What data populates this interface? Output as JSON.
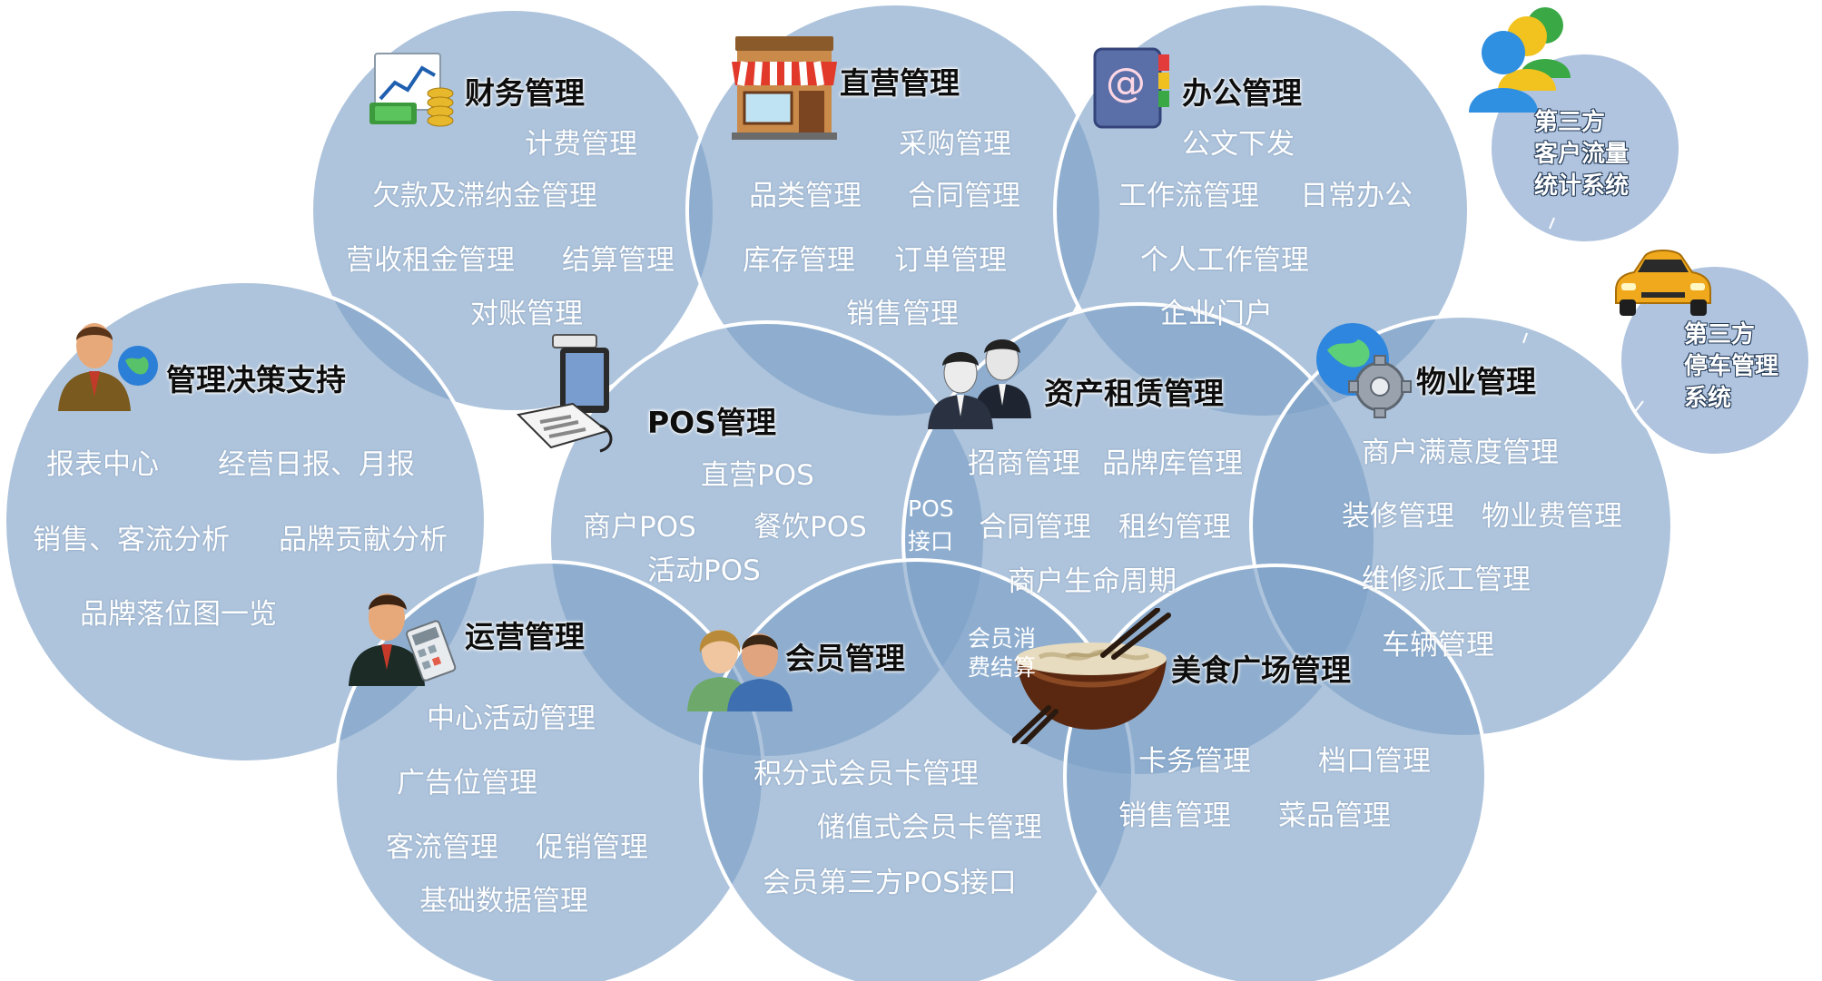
{
  "modules": {
    "finance": {
      "title": "财务管理",
      "items": [
        "计费管理",
        "欠款及滞纳金管理",
        "营收租金管理",
        "结算管理",
        "对账管理"
      ]
    },
    "direct": {
      "title": "直营管理",
      "items": [
        "采购管理",
        "品类管理",
        "合同管理",
        "库存管理",
        "订单管理",
        "销售管理"
      ]
    },
    "office": {
      "title": "办公管理",
      "items": [
        "公文下发",
        "工作流管理",
        "日常办公",
        "个人工作管理",
        "企业门户"
      ]
    },
    "decision": {
      "title": "管理决策支持",
      "items": [
        "报表中心",
        "经营日报、月报",
        "销售、客流分析",
        "品牌贡献分析",
        "品牌落位图一览"
      ]
    },
    "pos": {
      "title": "POS管理",
      "items": [
        "直营POS",
        "商户POS",
        "餐饮POS",
        "活动POS"
      ]
    },
    "lease": {
      "title": "资产租赁管理",
      "items": [
        "招商管理",
        "品牌库管理",
        "合同管理",
        "租约管理",
        "商户生命周期"
      ],
      "side_lines": [
        "POS",
        "接口"
      ]
    },
    "property": {
      "title": "物业管理",
      "items": [
        "商户满意度管理",
        "装修管理",
        "物业费管理",
        "维修派工管理",
        "车辆管理"
      ]
    },
    "operations": {
      "title": "运营管理",
      "items": [
        "中心活动管理",
        "广告位管理",
        "客流管理",
        "促销管理",
        "基础数据管理"
      ]
    },
    "member": {
      "title": "会员管理",
      "items": [
        "积分式会员卡管理",
        "储值式会员卡管理",
        "会员第三方POS接口"
      ],
      "side_lines": [
        "会员消",
        "费结算"
      ]
    },
    "food": {
      "title": "美食广场管理",
      "items": [
        "卡务管理",
        "档口管理",
        "销售管理",
        "菜品管理"
      ]
    }
  },
  "third_party": {
    "traffic": {
      "lines": [
        "第三方",
        "客户流量",
        "统计系统"
      ]
    },
    "parking": {
      "lines": [
        "第三方",
        "停车管理",
        "系统"
      ]
    }
  },
  "icons": {
    "finance": "money-chart-icon",
    "direct": "storefront-icon",
    "office": "address-book-icon",
    "decision": "businessman-globe-icon",
    "pos": "pos-terminal-icon",
    "lease": "two-agents-icon",
    "property": "globe-gear-icon",
    "operations": "manager-calculator-icon",
    "member": "couple-users-icon",
    "food": "noodle-bowl-icon",
    "traffic": "user-group-icon",
    "parking": "car-icon"
  },
  "colors": {
    "bubble": "#7c9fc6",
    "title_text": "#0d0d0d",
    "item_text": "#ffffff"
  }
}
